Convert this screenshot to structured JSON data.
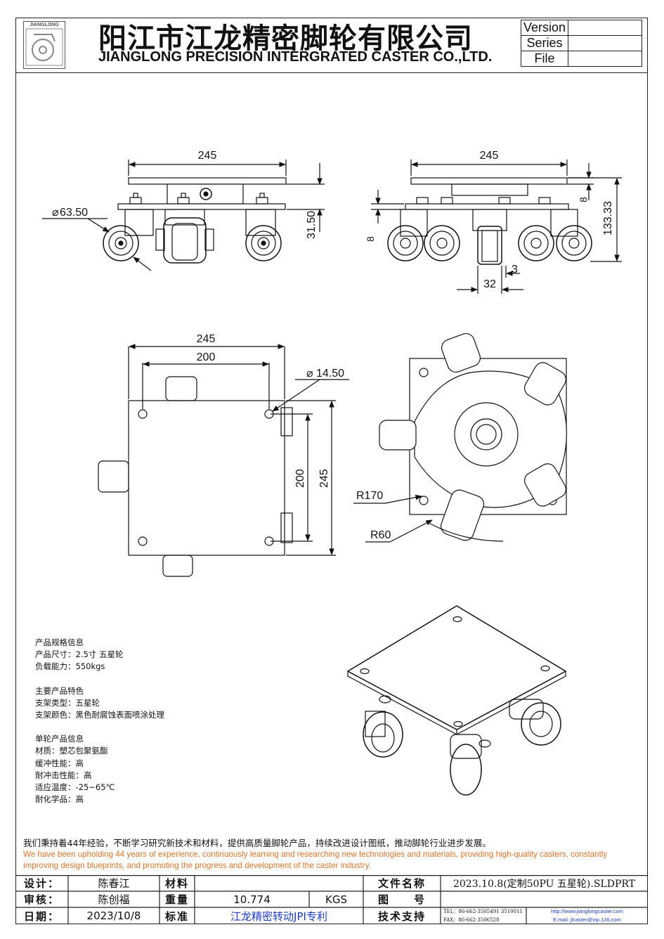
{
  "header": {
    "logo_text": "JIANGLONG",
    "company_cn": "阳江市江龙精密脚轮有限公司",
    "company_en": "JIANGLONG PRECISION INTERGRATED CASTER CO.,LTD.",
    "version_label": "Version",
    "series_label": "Series",
    "file_label": "File"
  },
  "dims": {
    "front_width": "245",
    "front_wheel_dia": "63.50",
    "front_height": "31.50",
    "side_width": "245",
    "side_plate": "8",
    "side_height": "133.33",
    "side_left": "8",
    "side_wheel_w": "32",
    "side_offset": "3",
    "top_width": "245",
    "top_holes": "200",
    "top_hole_dia": "14.50",
    "top_v_holes": "200",
    "top_v_width": "245",
    "r_outer": "R170",
    "r_inner": "R60",
    "dia_symbol": "⌀"
  },
  "specs": {
    "sec1_title": "产品规格信息",
    "size": "产品尺寸：2.5寸 五星轮",
    "load": "负载能力：550kgs",
    "sec2_title": "主要产品特色",
    "bracket_type": "支架类型：五星轮",
    "bracket_color": "支架颜色：黑色耐腐蚀表面喷涂处理",
    "sec3_title": "单轮产品信息",
    "material": "材质：塑芯包聚氨酯",
    "buffer": "缓冲性能：高",
    "impact": "耐冲击性能：高",
    "temp": "适应温度：-25~65℃",
    "chem": "耐化学品：高"
  },
  "slogan": {
    "cn": "我们秉持着44年经验，不断学习研究新技术和材料，提供高质量脚轮产品，持续改进设计图纸，推动脚轮行业进步发展。",
    "en": "We have been upholding 44 years of experience, continuously learning and researching new technologies and materials, providing high-quality casters, constantly improving design blueprints, and promoting the progress and development of the caster industry."
  },
  "titleblock": {
    "design_label": "设计：",
    "design_value": "陈春江",
    "material_label": "材料",
    "filename_label": "文件名称",
    "filename_value": "2023.10.8(定制50PU 五星轮).SLDPRT",
    "review_label": "审核：",
    "review_value": "陈创福",
    "weight_label": "重量",
    "weight_value": "10.774",
    "weight_unit": "KGS",
    "drawing_no_label": "图　　号",
    "date_label": "日期：",
    "date_value": "2023/10/8",
    "standard_label": "标准",
    "standard_value": "江龙精密转动JPI专利",
    "support_label": "技术支持",
    "tel": "TEL：86-662-3505491  3510011",
    "fax": "FAX：86-662-3506528",
    "website": "http://www.jianglongcaster.com",
    "email": "E.mail.:jlcaster@vip.126.com"
  },
  "colors": {
    "slogan_en": "#e0742a",
    "link": "#1a3cc8"
  }
}
